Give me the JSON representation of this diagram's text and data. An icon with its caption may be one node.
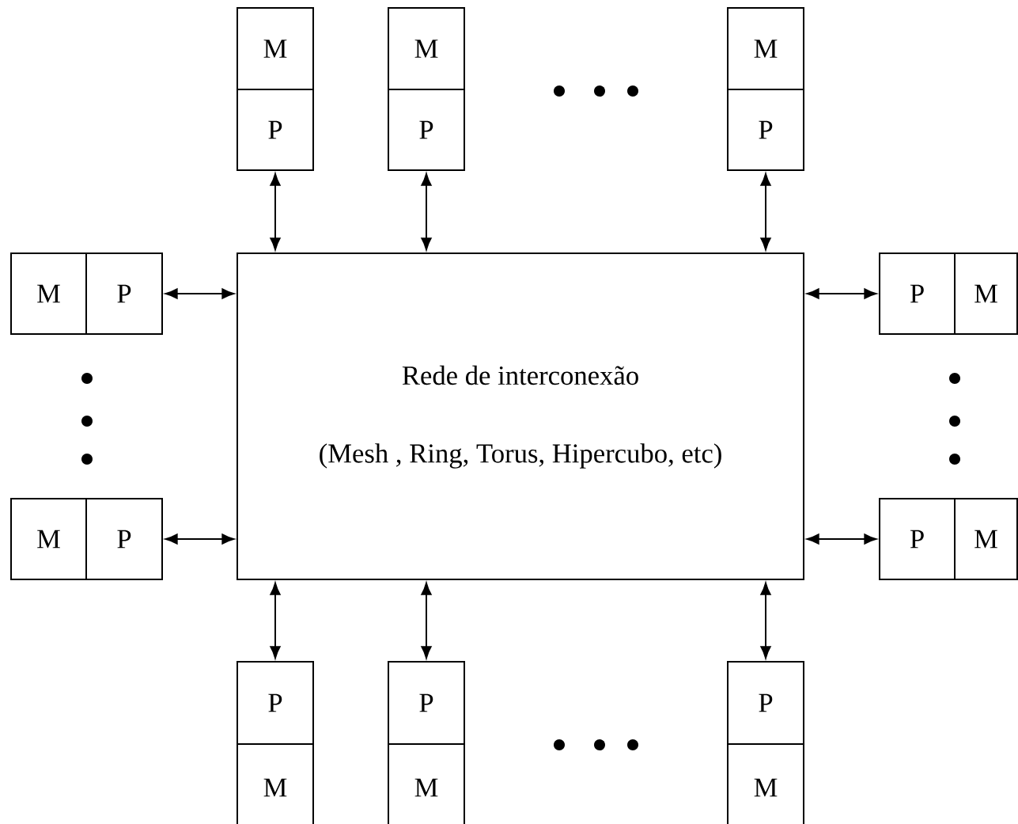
{
  "diagram": {
    "nodes": [
      {
        "text": [
          "M"
        ]
      },
      {
        "text": [
          "P"
        ]
      },
      {
        "text": [
          "M"
        ]
      },
      {
        "text": [
          "P"
        ]
      },
      {
        "text": [
          "M"
        ]
      },
      {
        "text": [
          "P"
        ]
      },
      {
        "text": [
          "M"
        ]
      },
      {
        "text": [
          "P"
        ]
      },
      {
        "text": [
          "Rede de interconexão",
          "(Mesh , Ring, Torus, Hipercubo, etc)"
        ]
      },
      {
        "text": [
          "P"
        ]
      },
      {
        "text": [
          "M"
        ]
      },
      {
        "text": [
          "M"
        ]
      },
      {
        "text": [
          "P"
        ]
      },
      {
        "text": [
          "P"
        ]
      },
      {
        "text": [
          "M"
        ]
      },
      {
        "text": [
          "P"
        ]
      },
      {
        "text": [
          "M"
        ]
      },
      {
        "text": [
          "P"
        ]
      },
      {
        "text": [
          "M"
        ]
      },
      {
        "text": [
          "P"
        ]
      },
      {
        "text": [
          "M"
        ]
      }
    ],
    "edges": [
      {
        "from": 1,
        "to": 8,
        "arrow": "both"
      },
      {
        "from": 3,
        "to": 8,
        "arrow": "both"
      },
      {
        "from": 5,
        "to": 8,
        "arrow": "both"
      },
      {
        "from": 7,
        "to": 8,
        "arrow": "both"
      },
      {
        "from": 9,
        "to": 8,
        "arrow": "both"
      },
      {
        "from": 12,
        "to": 8,
        "arrow": "both"
      },
      {
        "from": 13,
        "to": 8,
        "arrow": "both"
      },
      {
        "from": 15,
        "to": 8,
        "arrow": "both"
      },
      {
        "from": 17,
        "to": 8,
        "arrow": "both"
      },
      {
        "from": 19,
        "to": 8,
        "arrow": "both"
      }
    ]
  }
}
